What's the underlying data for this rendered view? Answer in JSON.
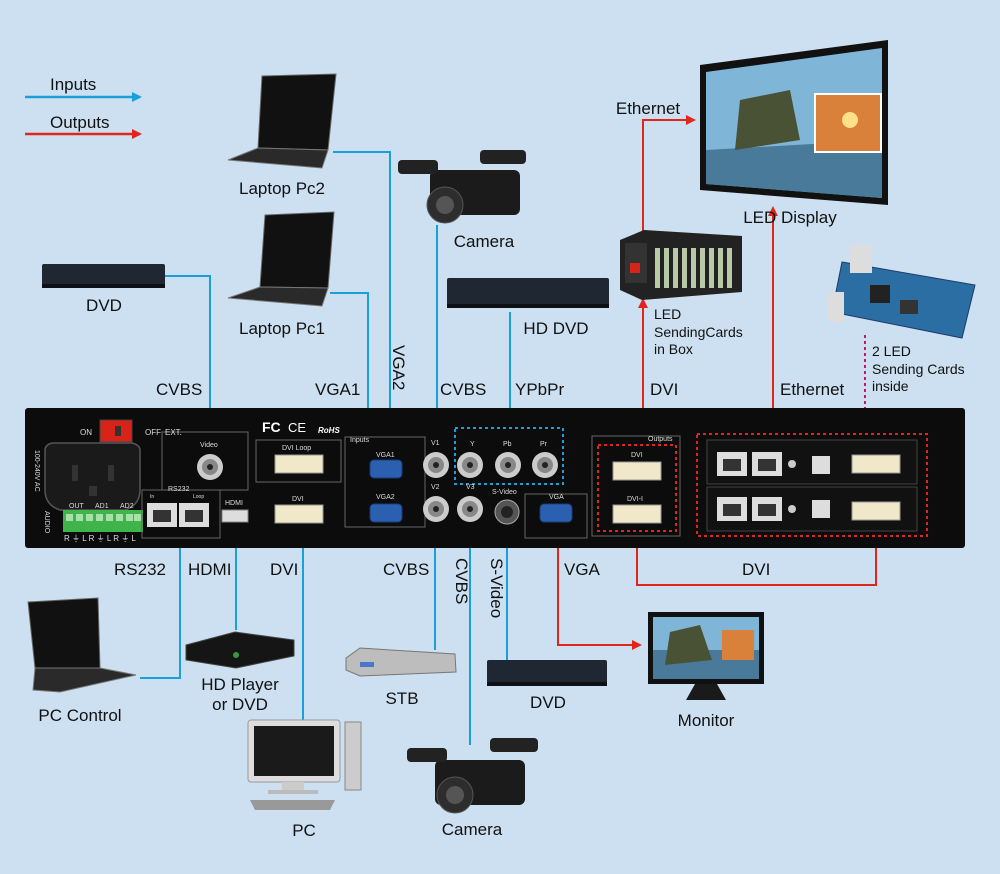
{
  "legend": {
    "inputs_label": "Inputs",
    "outputs_label": "Outputs",
    "input_color": "#1aa0d8",
    "output_color": "#e0261b"
  },
  "devices": {
    "laptop_pc2": "Laptop Pc2",
    "laptop_pc1": "Laptop Pc1",
    "camera_top": "Camera",
    "dvd_top": "DVD",
    "hd_dvd": "HD DVD",
    "ethernet_top": "Ethernet",
    "led_display": "LED Display",
    "led_box": "LED\nSendingCards\nin Box",
    "led_cards": "2 LED\nSending Cards\ninside",
    "pc_control": "PC Control",
    "hd_player": "HD Player\nor DVD",
    "stb": "STB",
    "dvd_bottom": "DVD",
    "monitor": "Monitor",
    "pc": "PC",
    "camera_bottom": "Camera"
  },
  "connections": {
    "cvbs_top": "CVBS",
    "vga1": "VGA1",
    "vga2": "VGA2",
    "cvbs_top2": "CVBS",
    "ypbpr": "YPbPr",
    "dvi_out": "DVI",
    "ethernet": "Ethernet",
    "rs232": "RS232",
    "hdmi": "HDMI",
    "dvi_in": "DVI",
    "cvbs_bottom": "CVBS",
    "cvbs_vertical": "CVBS",
    "svideo": "S-Video",
    "vga_out": "VGA",
    "dvi_loop": "DVI"
  },
  "panel": {
    "on": "ON",
    "off": "OFF",
    "ext": "EXT.",
    "video": "Video",
    "dvi_loop": "DVI Loop",
    "inputs": "Inputs",
    "outputs": "Outputs",
    "vga1": "VGA1",
    "vga2": "VGA2",
    "v1": "V1",
    "v2": "V2",
    "v3": "V3",
    "y": "Y",
    "pb": "Pb",
    "pr": "Pr",
    "svideo": "S-Video",
    "vga": "VGA",
    "dvi": "DVI",
    "dvi_i": "DVI-I",
    "hdmi": "HDMI",
    "dvi_in": "DVI",
    "rs232": "RS232",
    "in": "In",
    "loop": "Loop",
    "audio": "AUDIO",
    "out": "OUT",
    "ad1": "AD1",
    "ad2": "AD2",
    "power": "100-240V AC",
    "cert_fc": "FC",
    "cert_ce": "CE",
    "cert_rohs": "RoHS",
    "audio_pins": "R ⏚ L R ⏚ L R ⏚ L"
  }
}
